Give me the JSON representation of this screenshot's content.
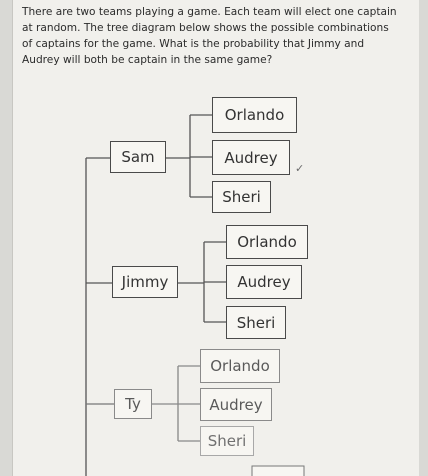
{
  "question_lines": [
    "There are two teams playing a game. Each team will elect one captain",
    "at random. The tree diagram below shows the possible combinations",
    "of captains for the game. What is the probability that Jimmy and",
    "Audrey will both be captain in the same game?"
  ],
  "tree": {
    "first_team": [
      "Sam",
      "Jimmy",
      "Ty"
    ],
    "second_team": [
      "Orlando",
      "Audrey",
      "Sheri"
    ]
  },
  "check_mark": "✓"
}
